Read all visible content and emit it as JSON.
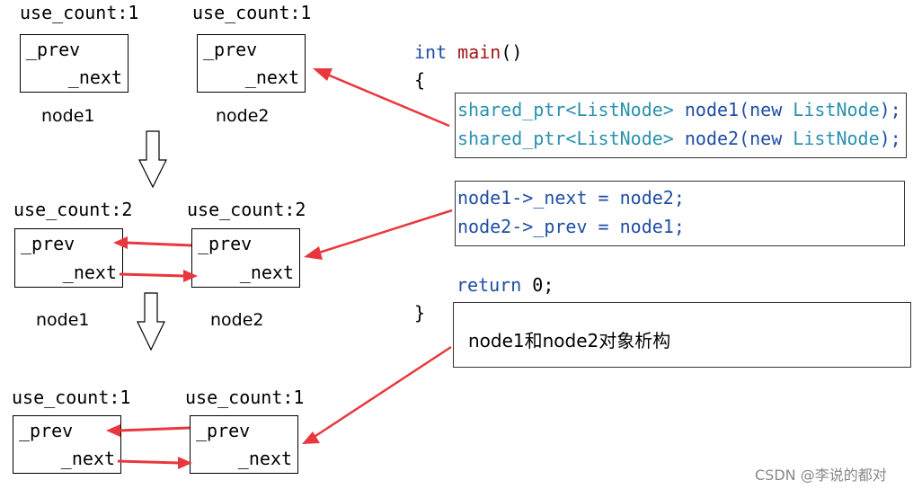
{
  "stage1": {
    "count_left": "use_count:1",
    "count_right": "use_count:1",
    "prev": "_prev",
    "next": "_next",
    "name_left": "node1",
    "name_right": "node2"
  },
  "stage2": {
    "count_left": "use_count:2",
    "count_right": "use_count:2",
    "prev": "_prev",
    "next": "_next",
    "name_left": "node1",
    "name_right": "node2"
  },
  "stage3": {
    "count_left": "use_count:1",
    "count_right": "use_count:1",
    "prev": "_prev",
    "next": "_next"
  },
  "code": {
    "int_kw": "int",
    "main_fn": "main",
    "parens": "()",
    "open_brace": "{",
    "close_brace": "}",
    "line1_type": "shared_ptr<ListNode>",
    "line1_var": " node1(",
    "line1_new": "new",
    "line1_type2": " ListNode",
    "line1_end": ");",
    "line2_type": "shared_ptr<ListNode>",
    "line2_var": " node2(",
    "line2_new": "new",
    "line2_type2": " ListNode",
    "line2_end": ");",
    "line3": "node1->_next = node2;",
    "line4": "node2->_prev = node1;",
    "return_kw": "return",
    "return_val": " 0;"
  },
  "note": "node1和node2对象析构",
  "watermark": "CSDN @李说的都对",
  "colors": {
    "arrow": "#e8383d",
    "keyword": "#1f4ea3",
    "function": "#a31515",
    "type": "#2b91af"
  }
}
